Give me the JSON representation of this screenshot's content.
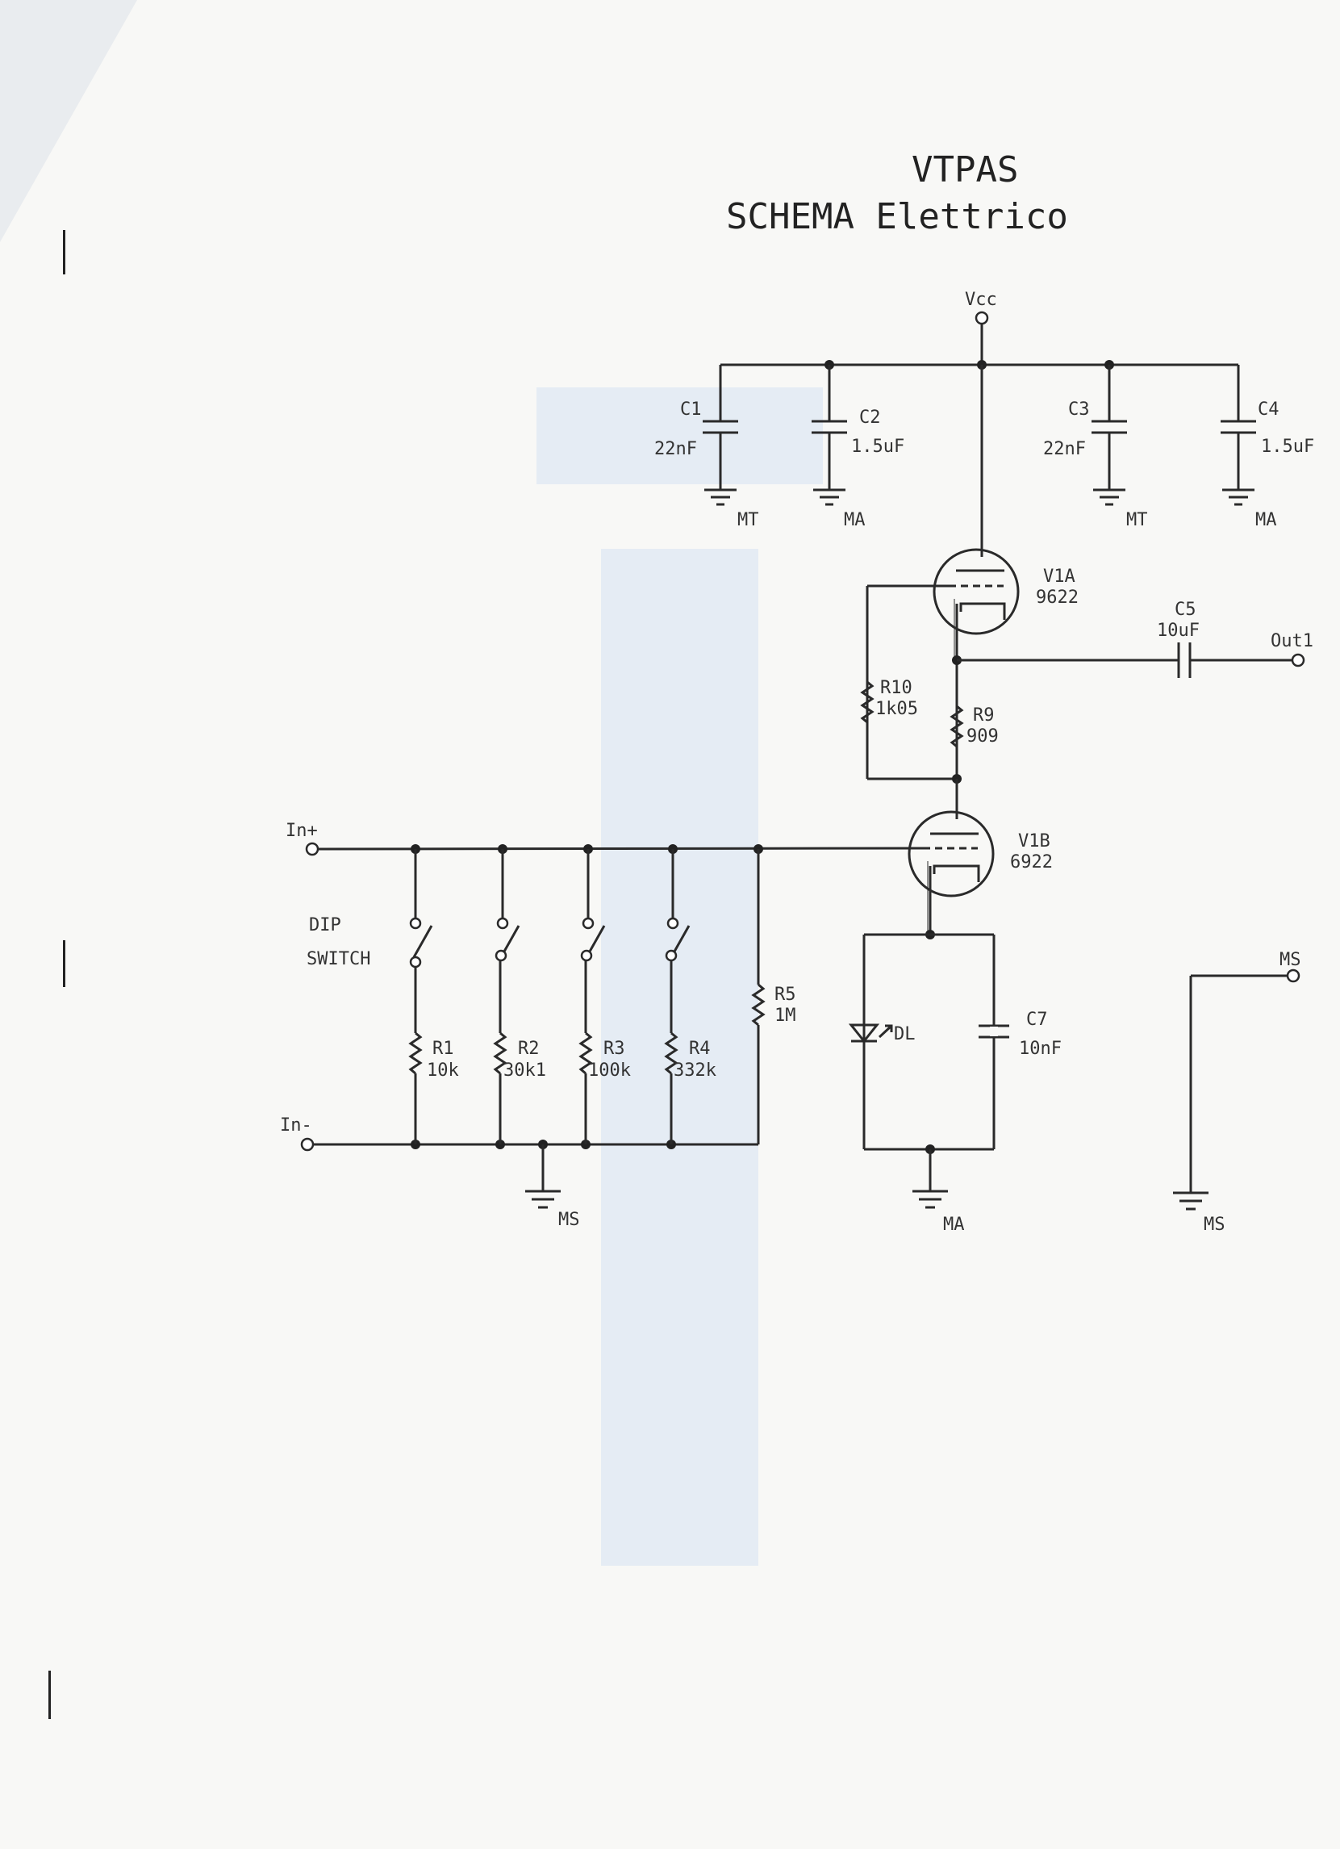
{
  "header": {
    "title": "VTPAS",
    "subtitle": "SCHEMA Elettrico"
  },
  "labels": {
    "vcc": "Vcc",
    "c1_name": "C1",
    "c1_value": "22nF",
    "c1_ground": "MT",
    "c2_name": "C2",
    "c2_value": "1.5uF",
    "c2_ground": "MA",
    "c3_name": "C3",
    "c3_value": "22nF",
    "c3_ground": "MT",
    "c4_name": "C4",
    "c4_value": "1.5uF",
    "c4_ground": "MA",
    "v1a_name": "V1A",
    "v1a_type": "9622",
    "c5_name": "C5",
    "c5_value": "10uF",
    "out": "Out1",
    "r10_name": "R10",
    "r10_value": "1k05",
    "r9_name": "R9",
    "r9_value": "909",
    "in_plus": "In+",
    "in_minus": "In-",
    "v1b_name": "V1B",
    "v1b_type": "6922",
    "dip_line1": "DIP",
    "dip_line2": "SWITCH",
    "r1_name": "R1",
    "r1_value": "10k",
    "r2_name": "R2",
    "r2_value": "30k1",
    "r3_name": "R3",
    "r3_value": "100k",
    "r4_name": "R4",
    "r4_value": "332k",
    "r5_name": "R5",
    "r5_value": "1M",
    "dl": "DL",
    "c7_name": "C7",
    "c7_value": "10nF",
    "ms_input_ground": "MS",
    "ma_cathode_ground": "MA",
    "ms_terminal": "MS",
    "ms_ground": "MS"
  },
  "colors": {
    "ink": "#2a2a2a",
    "paper": "#f8f8f6",
    "highlight": "#dfe8f3"
  }
}
